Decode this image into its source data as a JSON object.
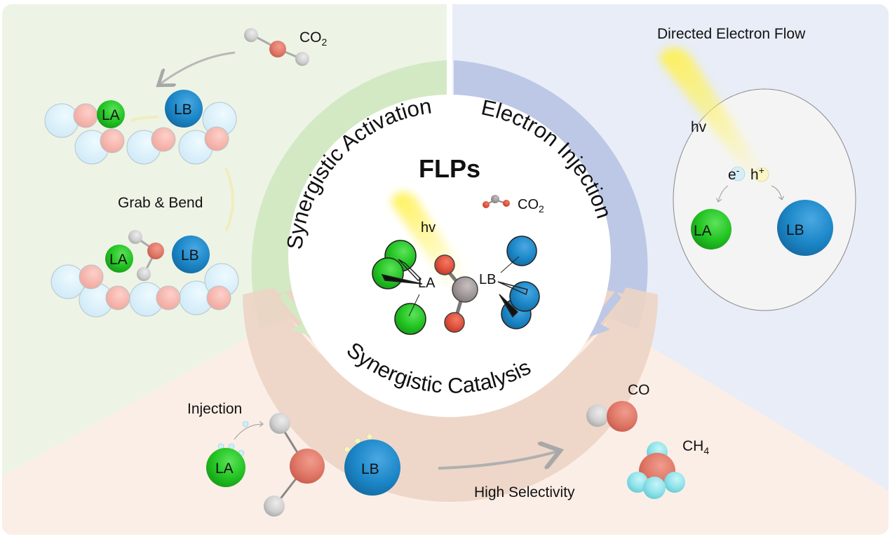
{
  "figure": {
    "title": "FLPs",
    "ring_labels": {
      "top_left": "Synergistic  Activation",
      "top_right": "Electron  Injection",
      "bottom": "Synergistic  Catalysis"
    },
    "center": {
      "co2_label": "CO",
      "co2_sub": "2",
      "hv_label": "hv",
      "la_label": "LA",
      "lb_label": "LB"
    },
    "left_panel": {
      "co2_label": "CO",
      "co2_sub": "2",
      "step_label": "Grab & Bend",
      "la_label": "LA",
      "lb_label": "LB"
    },
    "right_panel": {
      "title": "Directed Electron Flow",
      "hv_label": "hv",
      "electron_label": "e",
      "electron_sup": "-",
      "hole_label": "h",
      "hole_sup": "+",
      "la_label": "LA",
      "lb_label": "LB"
    },
    "bottom_panel": {
      "injection_label": "Injection",
      "la_label": "LA",
      "lb_label": "LB",
      "selectivity_label": "High Selectivity",
      "product1_label": "CO",
      "product2_label": "CH",
      "product2_sub": "4"
    },
    "colors": {
      "panel_green": "#edf4e6",
      "panel_blue": "#e8edf7",
      "panel_peach": "#fbeee6",
      "ring_green": "#d3e9c4",
      "ring_blue": "#bcc8e6",
      "ring_peach": "#ecd4c4",
      "lewis_acid": "#22c322",
      "lewis_base": "#1c87c8",
      "oxygen": "#e07868",
      "carbon": "#a09898",
      "hydrogen": "#8ee2ea",
      "surface_large": "#d4eef9",
      "surface_small": "#f5b4ac"
    }
  }
}
